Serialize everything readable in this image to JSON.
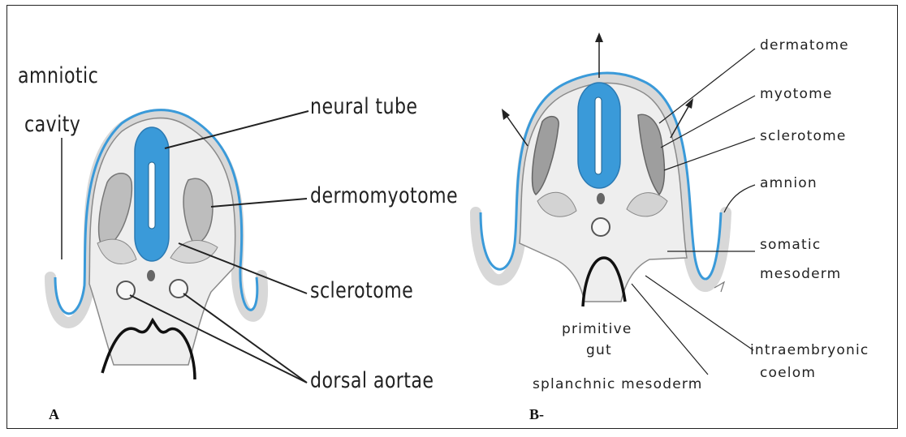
{
  "panels": {
    "a": {
      "letter": "A",
      "labels": {
        "amniotic_1": "amniotic",
        "amniotic_2": "cavity",
        "neural_tube": "neural tube",
        "dermomyotome": "dermomyotome",
        "sclerotome": "sclerotome",
        "dorsal_aortae": "dorsal aortae"
      }
    },
    "b": {
      "letter": "B-",
      "labels": {
        "dermatome": "dermatome",
        "myotome": "myotome",
        "sclerotome": "sclerotome",
        "amnion": "amnion",
        "somatic_1": "somatic",
        "somatic_2": "mesoderm",
        "primitive_1": "primitive",
        "primitive_2": "gut",
        "splanchnic": "splanchnic mesoderm",
        "intraembryonic_1": "intraembryonic",
        "intraembryonic_2": "coelom"
      }
    }
  },
  "colors": {
    "neural": "#3a9ad9",
    "ectoderm": "#3a9ad9",
    "tissue_fill": "#ececec",
    "somite_fill": "#bdbdbd",
    "outline": "#555555",
    "gut_outline": "#111111"
  }
}
